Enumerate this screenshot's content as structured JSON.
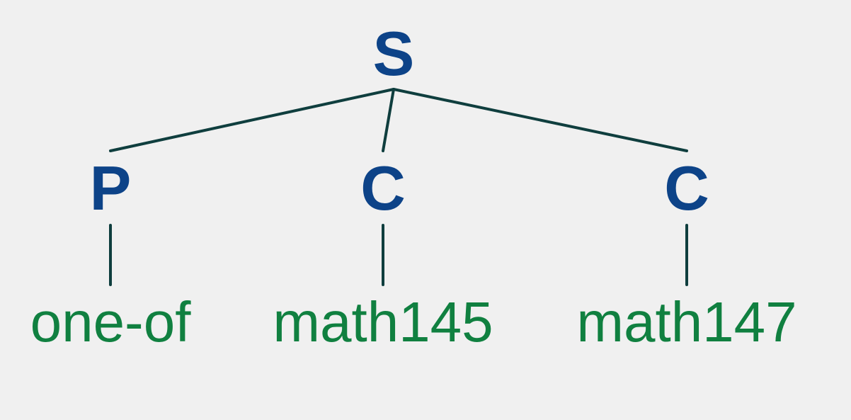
{
  "colors": {
    "background": "#f0f0f0",
    "node": "#0d4388",
    "leaf": "#108040",
    "edge": "#0f3e3e"
  },
  "tree": {
    "root": {
      "label": "S"
    },
    "children": [
      {
        "label": "P",
        "leaf": "one-of"
      },
      {
        "label": "C",
        "leaf": "math145"
      },
      {
        "label": "C",
        "leaf": "math147"
      }
    ]
  }
}
